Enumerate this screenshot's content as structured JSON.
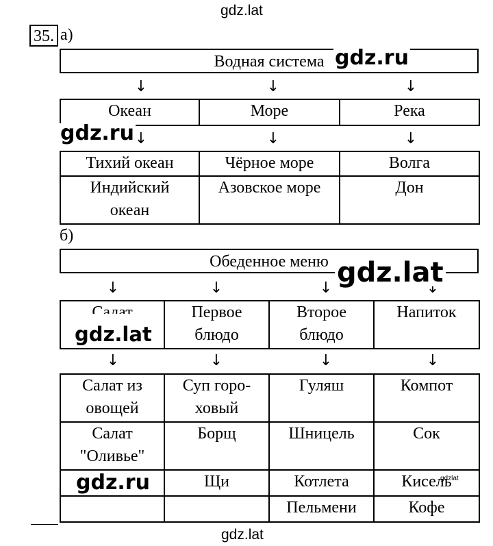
{
  "watermarks": {
    "top": "gdz.lat",
    "bottom": "gdz.lat",
    "overlay_1": "gdz.ru",
    "overlay_2": "gdz.ru",
    "overlay_3": "gdz.lat",
    "overlay_4": "gdz.lat",
    "overlay_5": "gdz.ru",
    "small": "gdzlat"
  },
  "task_number": "35.",
  "part_a": {
    "label": "а)",
    "root": "Водная система",
    "categories": [
      "Океан",
      "Море",
      "Река"
    ],
    "rows": [
      [
        "Тихий океан",
        "Чёрное море",
        "Волга"
      ],
      [
        "Индийский океан",
        "Азовское море",
        "Дон"
      ]
    ]
  },
  "part_b": {
    "label": "б)",
    "root": "Обеденное меню",
    "categories": [
      "Салат",
      "Первое блюдо",
      "Второе блюдо",
      "Напиток"
    ],
    "rows": [
      [
        "Салат из овощей",
        "Суп горо-ховый",
        "Гуляш",
        "Компот"
      ],
      [
        "Салат \"Оливье\"",
        "Борщ",
        "Шницель",
        "Сок"
      ],
      [
        "",
        "Щи",
        "Котлета",
        "Кисель"
      ],
      [
        "",
        "",
        "Пельмени",
        "Кофе"
      ]
    ]
  },
  "arrow_glyph": "↓"
}
